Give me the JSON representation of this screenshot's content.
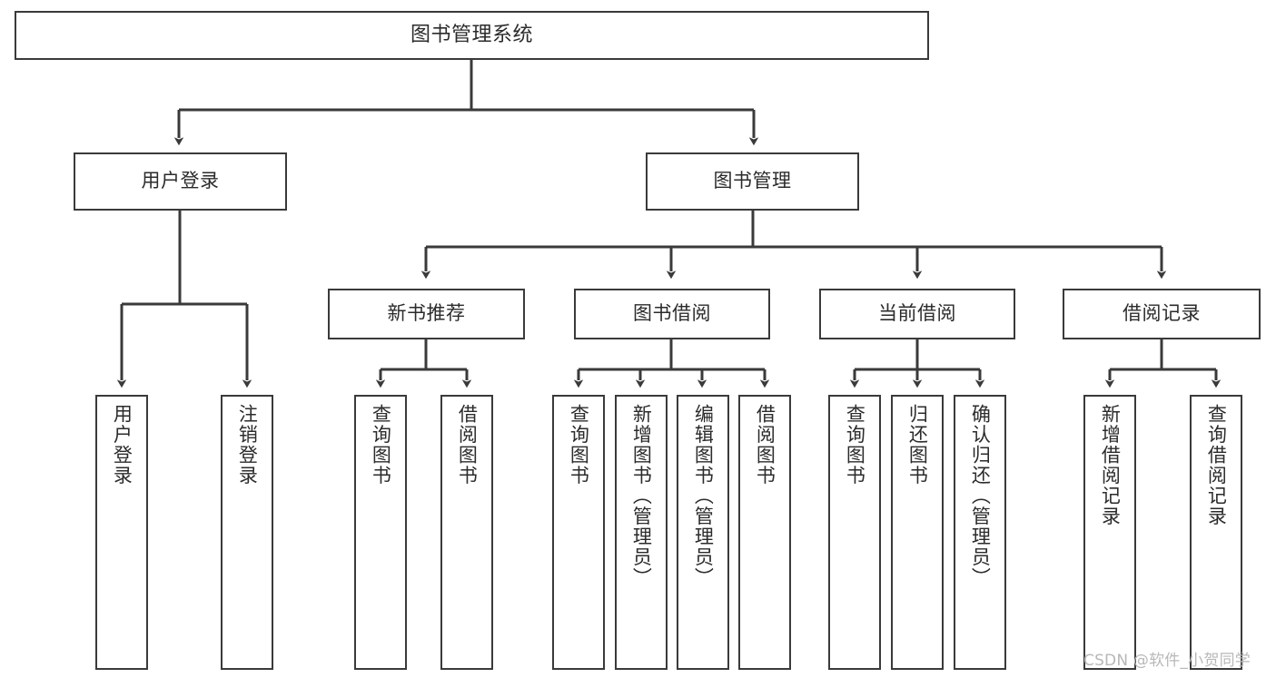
{
  "diagram": {
    "type": "tree-hierarchy",
    "title": "图书管理系统",
    "background": "#ffffff",
    "line_color": "#3a3a3a",
    "text_color": "#2b2b2b",
    "nodes": {
      "root": {
        "label": "图书管理系统"
      },
      "level2": [
        {
          "id": "user-login",
          "label": "用户登录"
        },
        {
          "id": "book-manage",
          "label": "图书管理"
        }
      ],
      "level3": [
        {
          "id": "new-book-recommend",
          "label": "新书推荐"
        },
        {
          "id": "book-borrow",
          "label": "图书借阅"
        },
        {
          "id": "current-borrow",
          "label": "当前借阅"
        },
        {
          "id": "borrow-record",
          "label": "借阅记录"
        }
      ],
      "leaves": {
        "user_login": [
          {
            "id": "leaf-user-login",
            "label": "用户登录"
          },
          {
            "id": "leaf-logout-login",
            "label": "注销登录"
          }
        ],
        "new_book_recommend": [
          {
            "id": "leaf-query-book-1",
            "label": "查询图书"
          },
          {
            "id": "leaf-borrow-book-1",
            "label": "借阅图书"
          }
        ],
        "book_borrow": [
          {
            "id": "leaf-query-book-2",
            "label": "查询图书"
          },
          {
            "id": "leaf-add-book",
            "label": "新增图书（管理员）"
          },
          {
            "id": "leaf-edit-book",
            "label": "编辑图书（管理员）"
          },
          {
            "id": "leaf-borrow-book-2",
            "label": "借阅图书"
          }
        ],
        "current_borrow": [
          {
            "id": "leaf-query-book-3",
            "label": "查询图书"
          },
          {
            "id": "leaf-return-book",
            "label": "归还图书"
          },
          {
            "id": "leaf-confirm-return",
            "label": "确认归还（管理员）"
          }
        ],
        "borrow_record": [
          {
            "id": "leaf-add-record",
            "label": "新增借阅记录"
          },
          {
            "id": "leaf-query-record",
            "label": "查询借阅记录"
          }
        ]
      }
    }
  },
  "watermark": {
    "text": "CSDN @软件_小贺同学"
  }
}
